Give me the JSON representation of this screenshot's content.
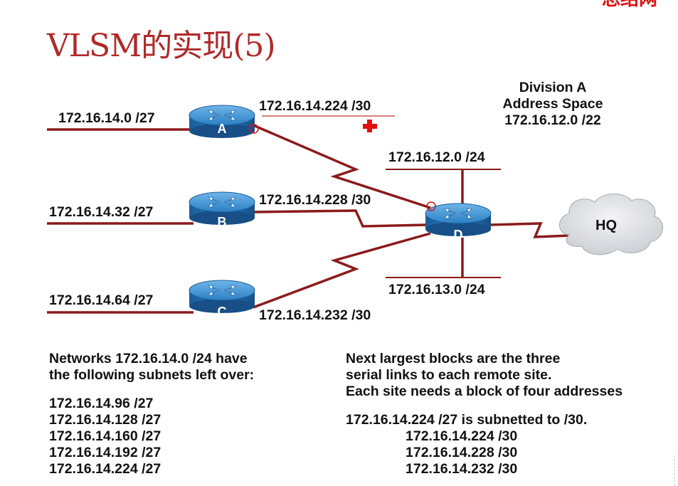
{
  "title": "VLSM的实现(5)",
  "top_right_fragment": "总结网",
  "division": {
    "line1": "Division A",
    "line2": "Address Space",
    "line3": "172.16.12.0 /22"
  },
  "routers": {
    "a": "A",
    "b": "B",
    "c": "C",
    "d": "D"
  },
  "hq": "HQ",
  "links": {
    "lan_a": "172.16.14.0 /27",
    "lan_b": "172.16.14.32 /27",
    "lan_c": "172.16.14.64 /27",
    "serial_a": "172.16.14.224 /30",
    "serial_b": "172.16.14.228 /30",
    "serial_c": "172.16.14.232 /30",
    "d_top": "172.16.12.0 /24",
    "d_bottom": "172.16.13.0 /24"
  },
  "left_text": {
    "line1": "Networks 172.16.14.0 /24 have",
    "line2": "the following subnets left over:",
    "subnets": [
      "172.16.14.96 /27",
      "172.16.14.128 /27",
      "172.16.14.160 /27",
      "172.16.14.192 /27",
      "172.16.14.224 /27"
    ]
  },
  "right_text": {
    "line1": "Next largest blocks are the three",
    "line2": "serial links to each remote site.",
    "line3": "Each site needs a block of four addresses",
    "line4": "172.16.14.224 /27 is subnetted to /30.",
    "subnets": [
      "172.16.14.224 /30",
      "172.16.14.228 /30",
      "172.16.14.232 /30"
    ]
  },
  "colors": {
    "title": "#b02a2a",
    "link": "#8b1a1a",
    "router": "#1e6fb5",
    "cursor": "#e01010"
  }
}
